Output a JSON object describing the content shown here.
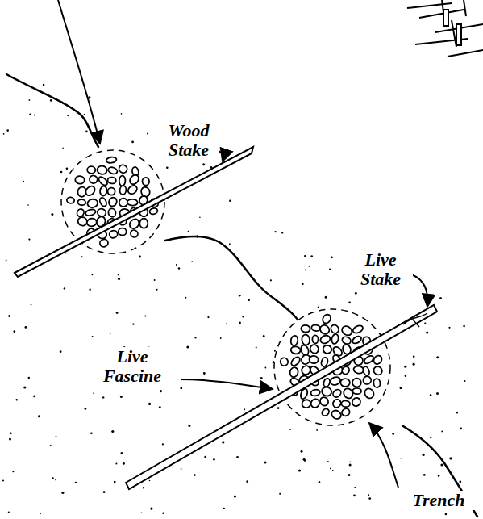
{
  "diagram": {
    "labels": [
      "Wood Stake",
      "Live Stake",
      "Live Fascine",
      "Trench"
    ]
  }
}
